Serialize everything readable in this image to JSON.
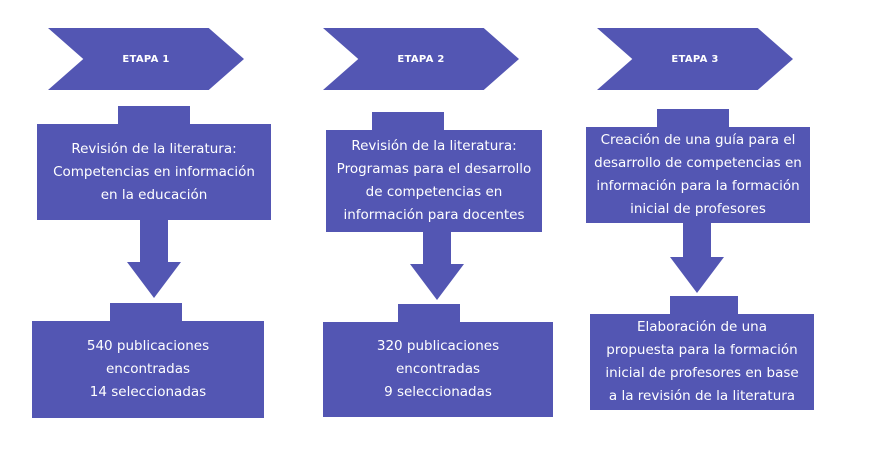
{
  "diagram": {
    "stages": [
      {
        "label": "ETAPA 1",
        "top_text": "Revisión de la literatura:\nCompetencias en información\nen la educación",
        "bottom_text": "540 publicaciones\nencontradas\n14 seleccionadas"
      },
      {
        "label": "ETAPA 2",
        "top_text": "Revisión de la literatura:\nProgramas para el desarrollo\nde competencias en\ninformación para docentes",
        "bottom_text": "320 publicaciones\nencontradas\n9 seleccionadas"
      },
      {
        "label": "ETAPA 3",
        "top_text": "Creación de una guía para el\ndesarrollo de competencias en\ninformación para la formación\ninicial de profesores",
        "bottom_text": "Elaboración de una\npropuesta para la formación\ninicial de profesores en base\na la revisión de la literatura"
      }
    ],
    "colors": {
      "shape_fill": "#5356b3",
      "text": "#ffffff",
      "background": "#ffffff"
    }
  }
}
